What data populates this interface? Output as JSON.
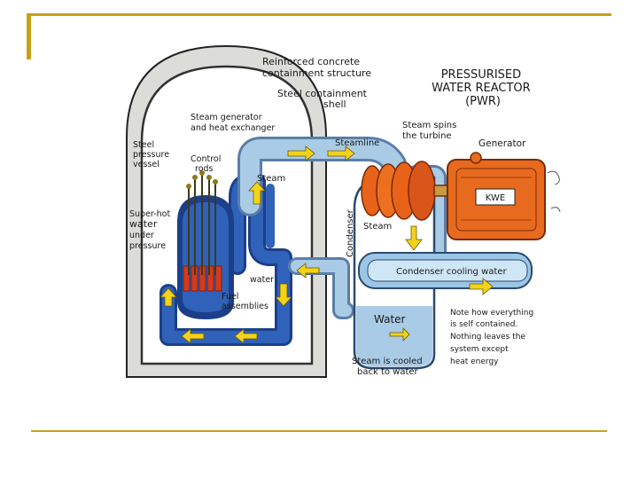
{
  "colors": {
    "accent_line": "#c8a018",
    "water_blue": "#2f62b8",
    "light_blue": "#a9cbe6",
    "fuel_red": "#d43a1e",
    "turbine_orange": "#e8621a",
    "generator_orange": "#e86a1f",
    "containment_grey": "#dcdcd8",
    "arrow_yellow": "#f3d21a"
  },
  "labels": {
    "reinforced_concrete": [
      "Reinforced concrete",
      "containment structure"
    ],
    "steel_containment": [
      "Steel containment",
      "shell"
    ],
    "title": [
      "PRESSURISED",
      "WATER REACTOR",
      "(PWR)"
    ],
    "steam_generator": [
      "Steam generator",
      "and heat exchanger"
    ],
    "steel_pressure_vessel": [
      "Steel",
      "pressure",
      "vessel"
    ],
    "control_rods": [
      "Control",
      "rods"
    ],
    "steamline": "Steamline",
    "steam_spins": [
      "Steam spins",
      "the turbine"
    ],
    "generator": "Generator",
    "steam_upper": "Steam",
    "condenser": "Condenser",
    "kwe": "KWE",
    "superhot_water": [
      "Super-hot",
      "water",
      "under",
      "pressure"
    ],
    "steam_lower": "Steam",
    "condenser_cooling_water": "Condenser  cooling  water",
    "water_small": "water",
    "fuel_assemblies": [
      "Fuel",
      "assemblies"
    ],
    "water_large": "Water",
    "note": [
      "Note how everything",
      "is self contained.",
      "Nothing leaves the",
      "system except",
      "heat energy"
    ],
    "steam_cooled": [
      "Steam is cooled",
      "back to water"
    ]
  }
}
